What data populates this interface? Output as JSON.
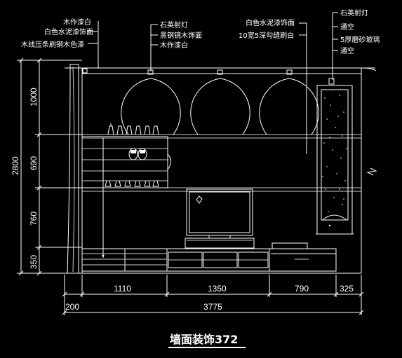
{
  "title": "墙面装饰372",
  "callouts": {
    "left": [
      "木作漆白",
      "白色水泥漆饰面",
      "木线压条刷钢木色漆"
    ],
    "center": [
      "石英射灯",
      "黑钢镜木饰面",
      "木作漆白"
    ],
    "right_mid": [
      "白色水泥漆饰面",
      "10宽5深勾缝刷白"
    ],
    "right": [
      "石英射灯",
      "通空",
      "5厚磨砂玻璃",
      "通空"
    ]
  },
  "dimensions": {
    "vertical": [
      "1000",
      "690",
      "760",
      "350"
    ],
    "overall_height": "2800",
    "horizontal": [
      "1110",
      "1350",
      "790",
      "325"
    ],
    "offset": "200",
    "overall_width": "3775"
  }
}
